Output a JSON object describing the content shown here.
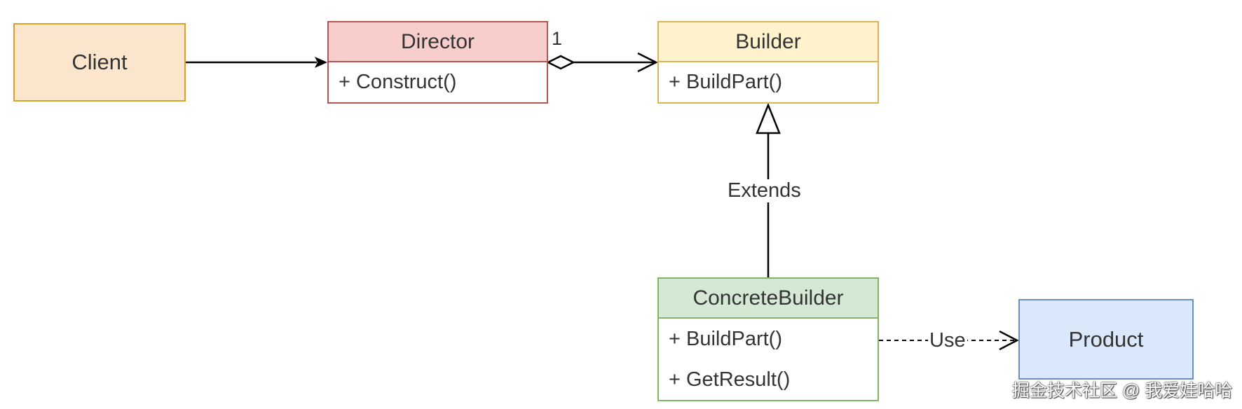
{
  "diagram": {
    "client": {
      "label": "Client"
    },
    "director": {
      "title": "Director",
      "methods": [
        "+ Construct()"
      ]
    },
    "builder": {
      "title": "Builder",
      "methods": [
        "+ BuildPart()"
      ]
    },
    "concrete_builder": {
      "title": "ConcreteBuilder",
      "methods": [
        "+ BuildPart()",
        "+ GetResult()"
      ]
    },
    "product": {
      "label": "Product"
    },
    "edges": {
      "aggregation_multiplicity": "1",
      "extends_label": "Extends",
      "use_label": "Use"
    }
  },
  "watermark": "掘金技术社区 @ 我爱娃哈哈",
  "colors": {
    "client_fill": "#fce5cd",
    "client_stroke": "#d6a32f",
    "director_fill": "#f8cecc",
    "director_stroke": "#b85450",
    "builder_fill": "#fff2cc",
    "builder_stroke": "#d6b656",
    "concrete_fill": "#d5e8d4",
    "concrete_stroke": "#82b366",
    "product_fill": "#dae8fc",
    "product_stroke": "#6c8ebf"
  }
}
